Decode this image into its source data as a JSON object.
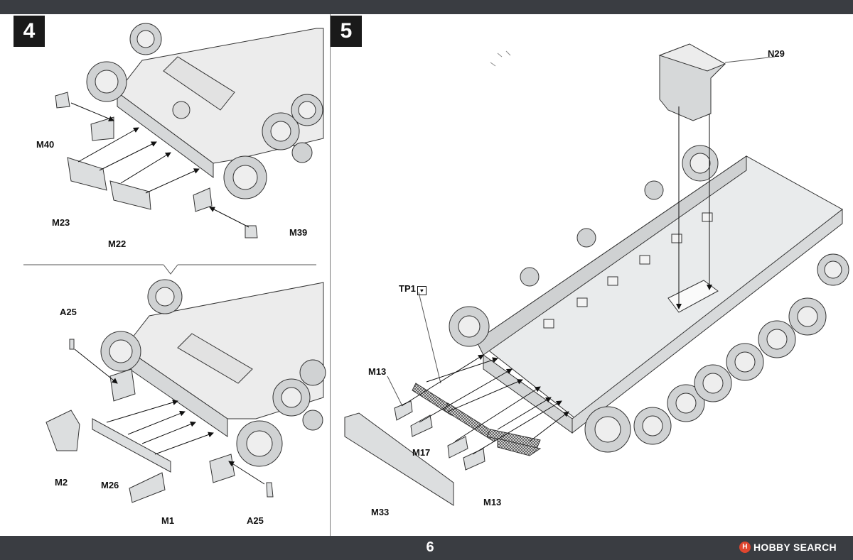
{
  "page_number": "6",
  "steps": [
    {
      "number": "4"
    },
    {
      "number": "5"
    }
  ],
  "labels": {
    "m40": "M40",
    "m23": "M23",
    "m22": "M22",
    "m39": "M39",
    "a25_top": "A25",
    "m2": "M2",
    "m26": "M26",
    "m1": "M1",
    "a25_bottom": "A25",
    "n29": "N29",
    "tp1": "TP1",
    "m13_top": "M13",
    "m17": "M17",
    "m13_bottom": "M13",
    "m33": "M33"
  },
  "watermark": {
    "logo_text": "H",
    "text": "HOBBY SEARCH",
    "logo_color": "#e0462f"
  },
  "colors": {
    "bar": "#3a3d42",
    "part_fill": "#dcdedf",
    "line": "#222222"
  }
}
